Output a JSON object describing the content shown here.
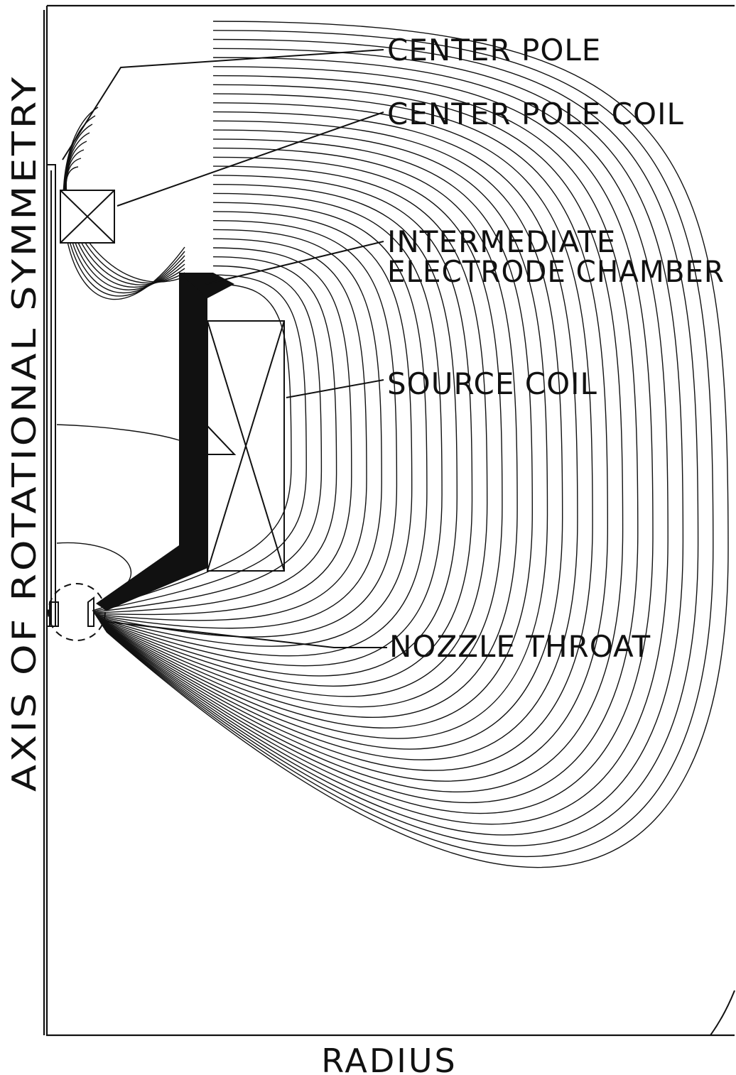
{
  "labels": {
    "center_pole": "CENTER POLE",
    "center_pole_coil": "CENTER POLE COIL",
    "intermediate_line1": "INTERMEDIATE",
    "intermediate_line2": "ELECTRODE CHAMBER",
    "source_coil": "SOURCE COIL",
    "nozzle_throat": "NOZZLE THROAT"
  },
  "axes": {
    "vertical": "AXIS OF ROTATIONAL SYMMETRY",
    "horizontal": "RADIUS"
  },
  "colors": {
    "ink": "#111111",
    "paper": "#ffffff"
  }
}
